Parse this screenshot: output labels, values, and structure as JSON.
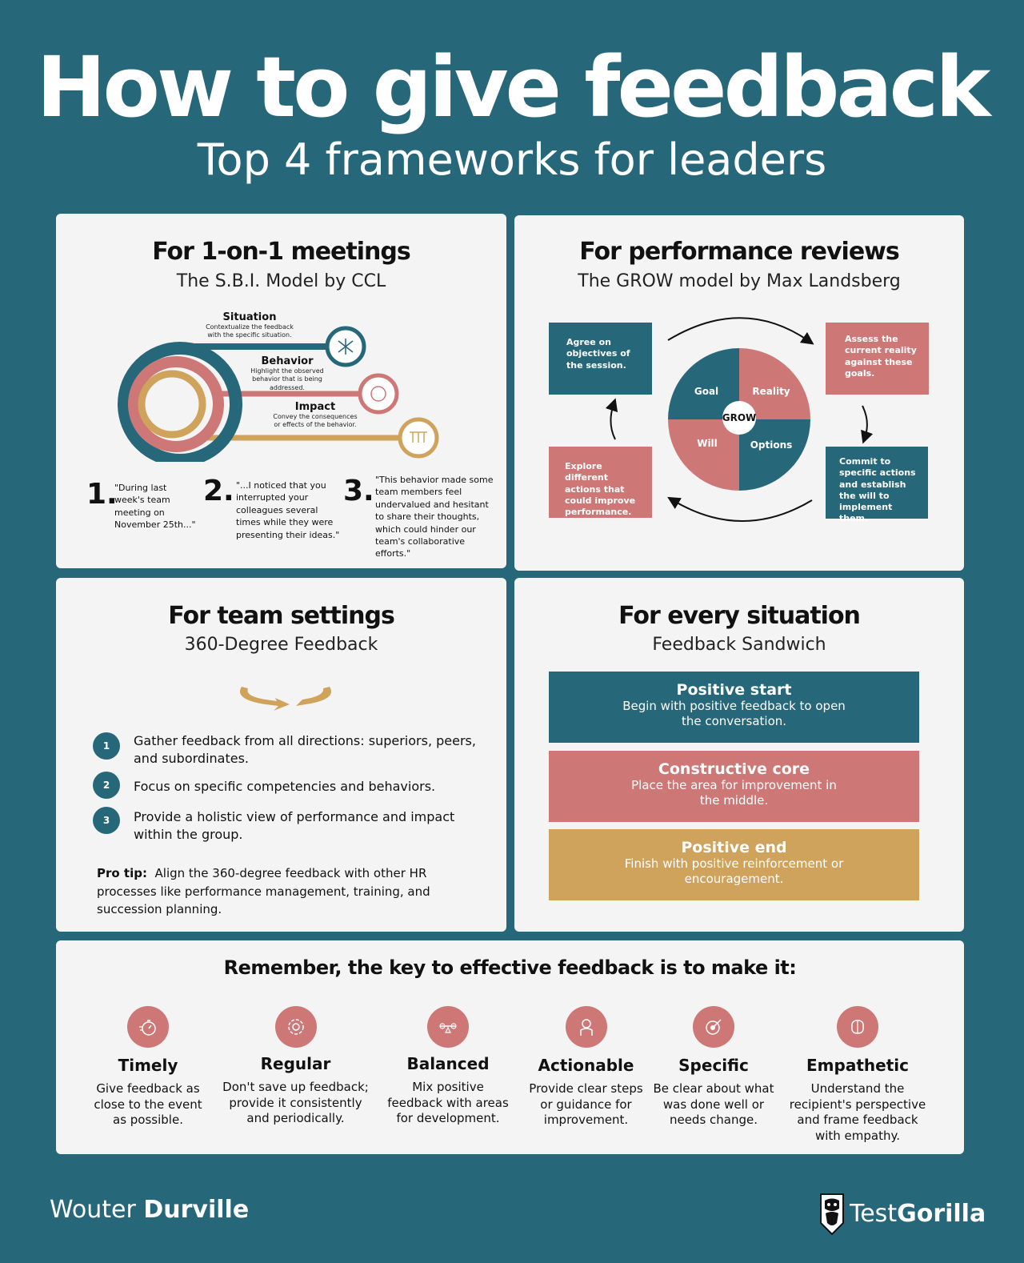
{
  "header": {
    "title": "How to give feedback",
    "subtitle": "Top 4 frameworks for leaders"
  },
  "sbi": {
    "title": "For 1-on-1 meetings",
    "subtitle": "The S.B.I. Model by CCL",
    "situation": {
      "label": "Situation",
      "desc": "Contextualize the feedback with the specific situation."
    },
    "behavior": {
      "label": "Behavior",
      "desc": "Highlight the observed behavior that is being addressed."
    },
    "impact": {
      "label": "Impact",
      "desc": "Convey the consequences or effects of the behavior."
    },
    "steps": [
      {
        "num": "1.",
        "quote": "\"During last week's team meeting on November 25th...\""
      },
      {
        "num": "2.",
        "quote": "\"...I noticed that you interrupted your colleagues several times while they were presenting their ideas.\""
      },
      {
        "num": "3.",
        "quote": "\"This behavior made some team members feel undervalued and hesitant to share their thoughts, which could hinder our team's collaborative efforts.\""
      }
    ]
  },
  "grow": {
    "title": "For performance reviews",
    "subtitle": "The GROW model by Max Landsberg",
    "center": "GROW",
    "goal": "Goal",
    "reality": "Reality",
    "will": "Will",
    "options": "Options",
    "box_goal": "Agree on objectives of the session.",
    "box_reality": "Assess the current reality against these goals.",
    "box_options": "Commit to specific actions and establish the will to implement them.",
    "box_will": "Explore different actions that could improve performance.",
    "colors": {
      "teal": "#27677a",
      "rose": "#cd7877"
    }
  },
  "team": {
    "title": "For team settings",
    "subtitle": "360-Degree Feedback",
    "steps": [
      {
        "num": "1",
        "text": "Gather feedback from all directions: superiors, peers, and subordinates."
      },
      {
        "num": "2",
        "text": "Focus on specific competencies and behaviors."
      },
      {
        "num": "3",
        "text": "Provide a holistic view of performance and impact within the group."
      }
    ],
    "protip_label": "Pro tip:",
    "protip_text": "Align the 360-degree feedback with other HR processes like performance management, training, and succession planning."
  },
  "sandwich": {
    "title": "For every situation",
    "subtitle": "Feedback Sandwich",
    "layers": [
      {
        "title": "Positive start",
        "text": "Begin with positive feedback to open the conversation."
      },
      {
        "title": "Constructive core",
        "text": "Place the area for improvement in the middle."
      },
      {
        "title": "Positive end",
        "text": "Finish with positive reinforcement or encouragement."
      }
    ]
  },
  "remember": {
    "title": "Remember, the key to effective feedback is to make it:",
    "items": [
      {
        "name": "Timely",
        "desc": "Give feedback as close to the event as possible.",
        "icon": "stopwatch-icon"
      },
      {
        "name": "Regular",
        "desc": "Don't save up feedback; provide it consistently and periodically.",
        "icon": "cycle-icon"
      },
      {
        "name": "Balanced",
        "desc": "Mix positive feedback with areas for development.",
        "icon": "balance-icon"
      },
      {
        "name": "Actionable",
        "desc": "Provide clear steps or guidance for improvement.",
        "icon": "hand-gear-icon"
      },
      {
        "name": "Specific",
        "desc": "Be clear about what was done well or needs change.",
        "icon": "target-icon"
      },
      {
        "name": "Empathetic",
        "desc": "Understand the recipient's perspective and frame feedback with empathy.",
        "icon": "brain-icon"
      }
    ]
  },
  "footer": {
    "author_first": "Wouter",
    "author_last": "Durville",
    "brand_first": "Test",
    "brand_last": "Gorilla"
  }
}
